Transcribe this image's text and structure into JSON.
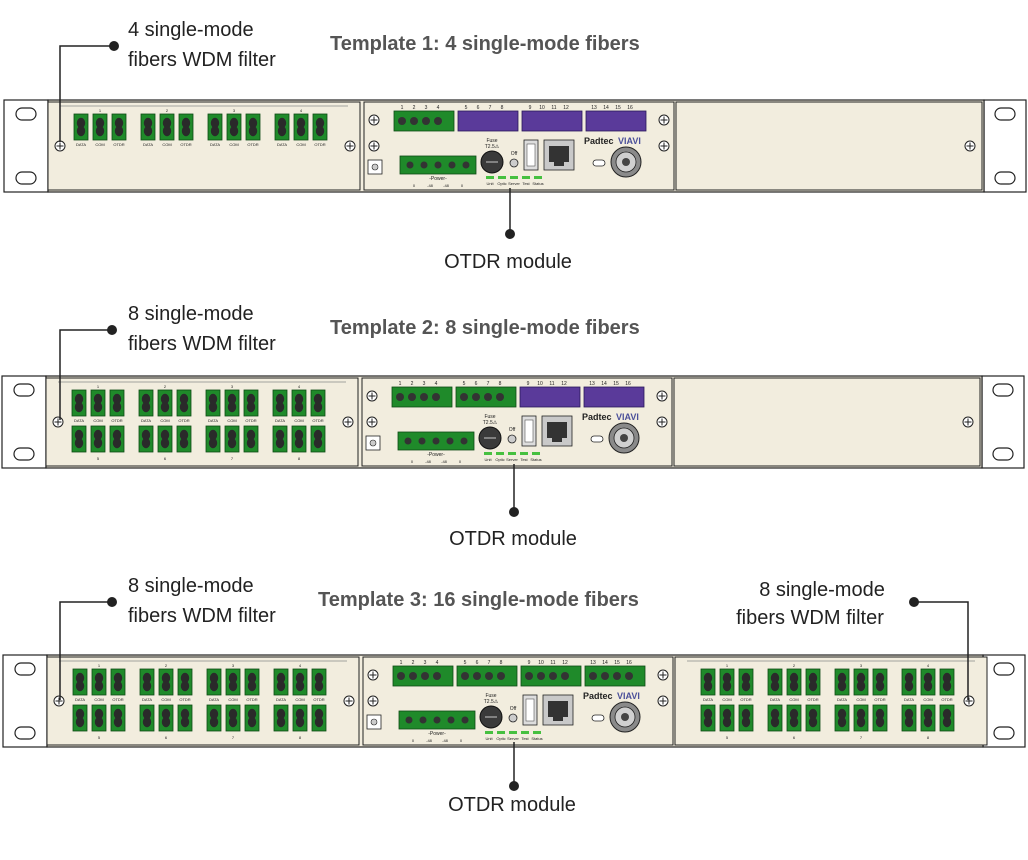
{
  "colors": {
    "chassis": "#f2edde",
    "chassis_stroke": "#222222",
    "port_green": "#1f8a2a",
    "wdm_purple": "#5a3a9a",
    "terminal_green": "#1f8a2a",
    "led_green": "#46c040",
    "brand_padtec": "#222222",
    "brand_viavi": "#4a4f9a"
  },
  "icons": {
    "rack-ear": "rack-ear-icon",
    "screw": "screw-icon",
    "fiber-port": "lc-duplex-port-icon",
    "usb": "usb-icon",
    "ethernet": "rj45-port-icon",
    "ground": "ground-icon"
  },
  "port_labels": [
    "DATA",
    "COM",
    "OTDR"
  ],
  "power": {
    "label": "Power",
    "pins": [
      "0",
      "-48",
      "-48",
      "0"
    ]
  },
  "fuse": {
    "line1": "Fuse",
    "line2": "T2.5⚠"
  },
  "switch_label": "Off",
  "leds": [
    "Unit",
    "Optic",
    "Server",
    "Test",
    "Status"
  ],
  "brands": {
    "padtec": "Padtec",
    "viavi": "VIAVI"
  },
  "templates": [
    {
      "title": "Template 1: 4 single-mode fibers",
      "left_callout": [
        "4 single-mode",
        "fibers WDM filter"
      ],
      "right_callout": null,
      "bottom_callout": "OTDR module",
      "channels": [
        "1",
        "2",
        "3",
        "4",
        "5",
        "6",
        "7",
        "8",
        "9",
        "10",
        "11",
        "12",
        "13",
        "14",
        "15",
        "16"
      ],
      "filled_channel_groups": 1,
      "left_panel_rows": 1,
      "left_group_numbers": [
        "1",
        "2",
        "3",
        "4"
      ],
      "right_panel": "blank"
    },
    {
      "title": "Template 2: 8 single-mode fibers",
      "left_callout": [
        "8 single-mode",
        "fibers WDM filter"
      ],
      "right_callout": null,
      "bottom_callout": "OTDR module",
      "channels": [
        "1",
        "2",
        "3",
        "4",
        "5",
        "6",
        "7",
        "8",
        "9",
        "10",
        "11",
        "12",
        "13",
        "14",
        "15",
        "16"
      ],
      "filled_channel_groups": 2,
      "left_panel_rows": 2,
      "left_group_numbers": [
        "1",
        "2",
        "3",
        "4"
      ],
      "left_group_numbers_bottom": [
        "5",
        "6",
        "7",
        "8"
      ],
      "right_panel": "blank"
    },
    {
      "title": "Template 3: 16 single-mode fibers",
      "left_callout": [
        "8 single-mode",
        "fibers WDM filter"
      ],
      "right_callout": [
        "8 single-mode",
        "fibers WDM filter"
      ],
      "bottom_callout": "OTDR module",
      "channels": [
        "1",
        "2",
        "3",
        "4",
        "5",
        "6",
        "7",
        "8",
        "9",
        "10",
        "11",
        "12",
        "13",
        "14",
        "15",
        "16"
      ],
      "filled_channel_groups": 4,
      "left_panel_rows": 2,
      "left_group_numbers": [
        "1",
        "2",
        "3",
        "4"
      ],
      "left_group_numbers_bottom": [
        "5",
        "6",
        "7",
        "8"
      ],
      "right_panel": "filter"
    }
  ]
}
